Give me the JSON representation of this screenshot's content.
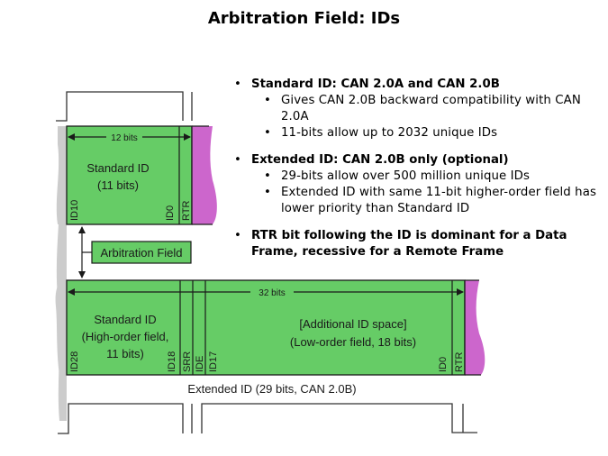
{
  "slide": {
    "title": "Arbitration Field: IDs"
  },
  "bullets": [
    {
      "text": "Standard ID: CAN 2.0A and CAN 2.0B",
      "sub": [
        "Gives CAN 2.0B backward compatibility with CAN 2.0A",
        "11-bits allow up to 2032 unique IDs"
      ]
    },
    {
      "text": "Extended ID: CAN 2.0B only (optional)",
      "sub": [
        "29-bits allow over 500 million unique IDs",
        "Extended ID with same 11-bit higher-order field has lower priority than Standard ID"
      ]
    },
    {
      "text": "RTR bit following  the ID is dominant for a Data Frame, recessive for a Remote Frame",
      "sub": []
    }
  ],
  "diagram": {
    "colors": {
      "field_green": "#66cc66",
      "rtr_magenta": "#cc66cc",
      "prev_gray": "#cccccc",
      "line": "#1a1a1a"
    },
    "standard_frame": {
      "width_label": "12 bits",
      "id_label_line1": "Standard ID",
      "id_label_line2": "(11 bits)",
      "bit_msb": "ID10",
      "bit_lsb": "ID0",
      "rtr": "RTR"
    },
    "arbitration_label": "Arbitration Field",
    "extended_frame": {
      "width_label": "32 bits",
      "std_line1": "Standard ID",
      "std_line2": "(High-order field,",
      "std_line3": "11 bits)",
      "bit_id28": "ID28",
      "bit_id18": "ID18",
      "srr": "SRR",
      "ide": "IDE",
      "bit_id17": "ID17",
      "ext_line1": "[Additional ID space]",
      "ext_line2": "(Low-order field, 18 bits)",
      "bit_id0": "ID0",
      "rtr": "RTR",
      "caption": "Extended ID (29 bits, CAN 2.0B)"
    }
  }
}
